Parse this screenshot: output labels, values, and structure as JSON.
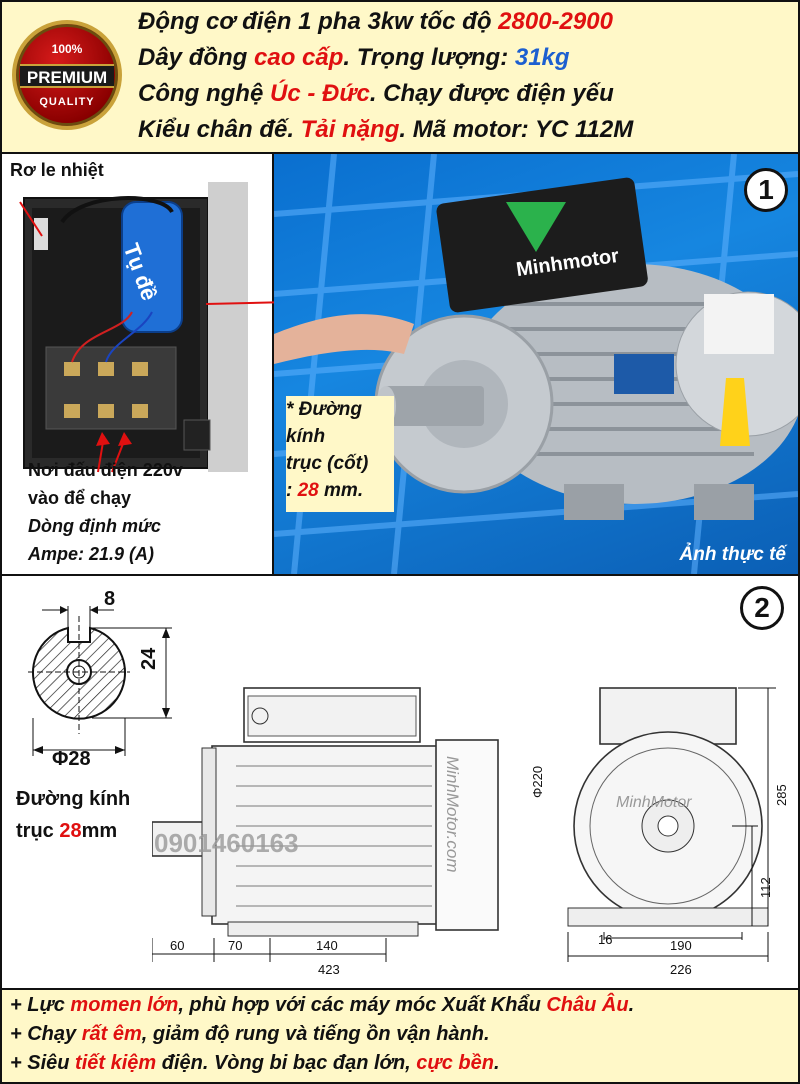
{
  "badge": {
    "top": "100%",
    "main": "PREMIUM",
    "bottom": "QUALITY"
  },
  "header": {
    "line1": {
      "a": "Động cơ điện 1 pha 3kw tốc độ ",
      "b": "2800-2900"
    },
    "line2": {
      "a": "Dây đồng ",
      "b": "cao cấp",
      "c": ". Trọng lượng: ",
      "d": "31kg"
    },
    "line3": {
      "a": "Công nghệ ",
      "b": "Úc - Đức",
      "c": ". Chạy được điện yếu"
    },
    "line4": {
      "a": "Kiểu chân đế. ",
      "b": "Tải nặng",
      "c": ". Mã motor: YC 112M"
    }
  },
  "left_panel": {
    "relay_label": "Rơ le nhiệt",
    "capacitor_label": "Tụ đề",
    "terminal_1": "Nơi đấu điện 220v",
    "terminal_2": "vào để chạy",
    "current_1": "Dòng định mức",
    "current_2": "Ampe: 21.9 (A)"
  },
  "photo": {
    "number": "1",
    "brand": "Minhmotor",
    "shaft_1": "* Đường",
    "shaft_2": "kính",
    "shaft_3": "trục (cốt)",
    "shaft_4a": ": ",
    "shaft_4b": "28",
    "shaft_4c": " mm.",
    "real_photo": "Ảnh thực tế"
  },
  "drawing": {
    "number": "2",
    "key_width": "8",
    "key_height": "24",
    "diameter": "Φ28",
    "shaft_text_1": "Đường kính",
    "shaft_text_2a": "trục ",
    "shaft_text_2b": "28",
    "shaft_text_2c": "mm",
    "watermark_phone": "0901460163",
    "watermark_site": "MinhMotor.com",
    "front_brand": "MinhMotor",
    "dims": {
      "d60": "60",
      "d70": "70",
      "d140": "140",
      "d423": "423",
      "d220": "Φ220",
      "d16": "16",
      "d190": "190",
      "d226": "226",
      "d285": "285",
      "d112": "112"
    }
  },
  "features": {
    "f1": {
      "a": "+ Lực ",
      "b": "momen lớn",
      "c": ", phù hợp với các máy móc Xuất Khẩu ",
      "d": "Châu Âu",
      "e": "."
    },
    "f2": {
      "a": "+ Chạy ",
      "b": "rất êm",
      "c": ", giảm độ rung và tiếng ồn vận hành."
    },
    "f3": {
      "a": "+ Siêu ",
      "b": "tiết kiệm",
      "c": " điện. Vòng bi bạc đạn lớn, ",
      "d": "cực bền",
      "e": "."
    }
  }
}
